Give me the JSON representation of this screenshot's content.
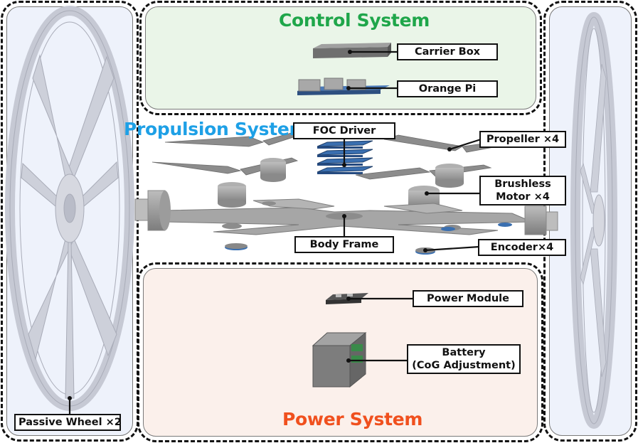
{
  "systems": {
    "control": {
      "title": "Control System",
      "color": "#1fa64a"
    },
    "propulsion": {
      "title": "Propulsion System",
      "color": "#1ea0e6"
    },
    "power": {
      "title": "Power System",
      "color": "#f0501e"
    }
  },
  "labels": {
    "carrier_box": "Carrier Box",
    "orange_pi": "Orange Pi",
    "foc_driver": "FOC Driver",
    "propeller": "Propeller ×4",
    "brushless_line1": "Brushless",
    "brushless_line2": "Motor ×4",
    "body_frame": "Body Frame",
    "encoder": "Encoder×4",
    "power_module": "Power Module",
    "battery_line1": "Battery",
    "battery_line2": "(CoG Adjustment)",
    "passive_wheel": "Passive Wheel ×2"
  },
  "colors": {
    "control_bg": "#eaf5e8",
    "power_bg": "#fbf0eb",
    "wheel_bg": "#eef2fb",
    "part_grey": "#9a9a9a",
    "wheel_grey": "#c8cbd6",
    "pcb_blue": "#3a6fb0"
  }
}
